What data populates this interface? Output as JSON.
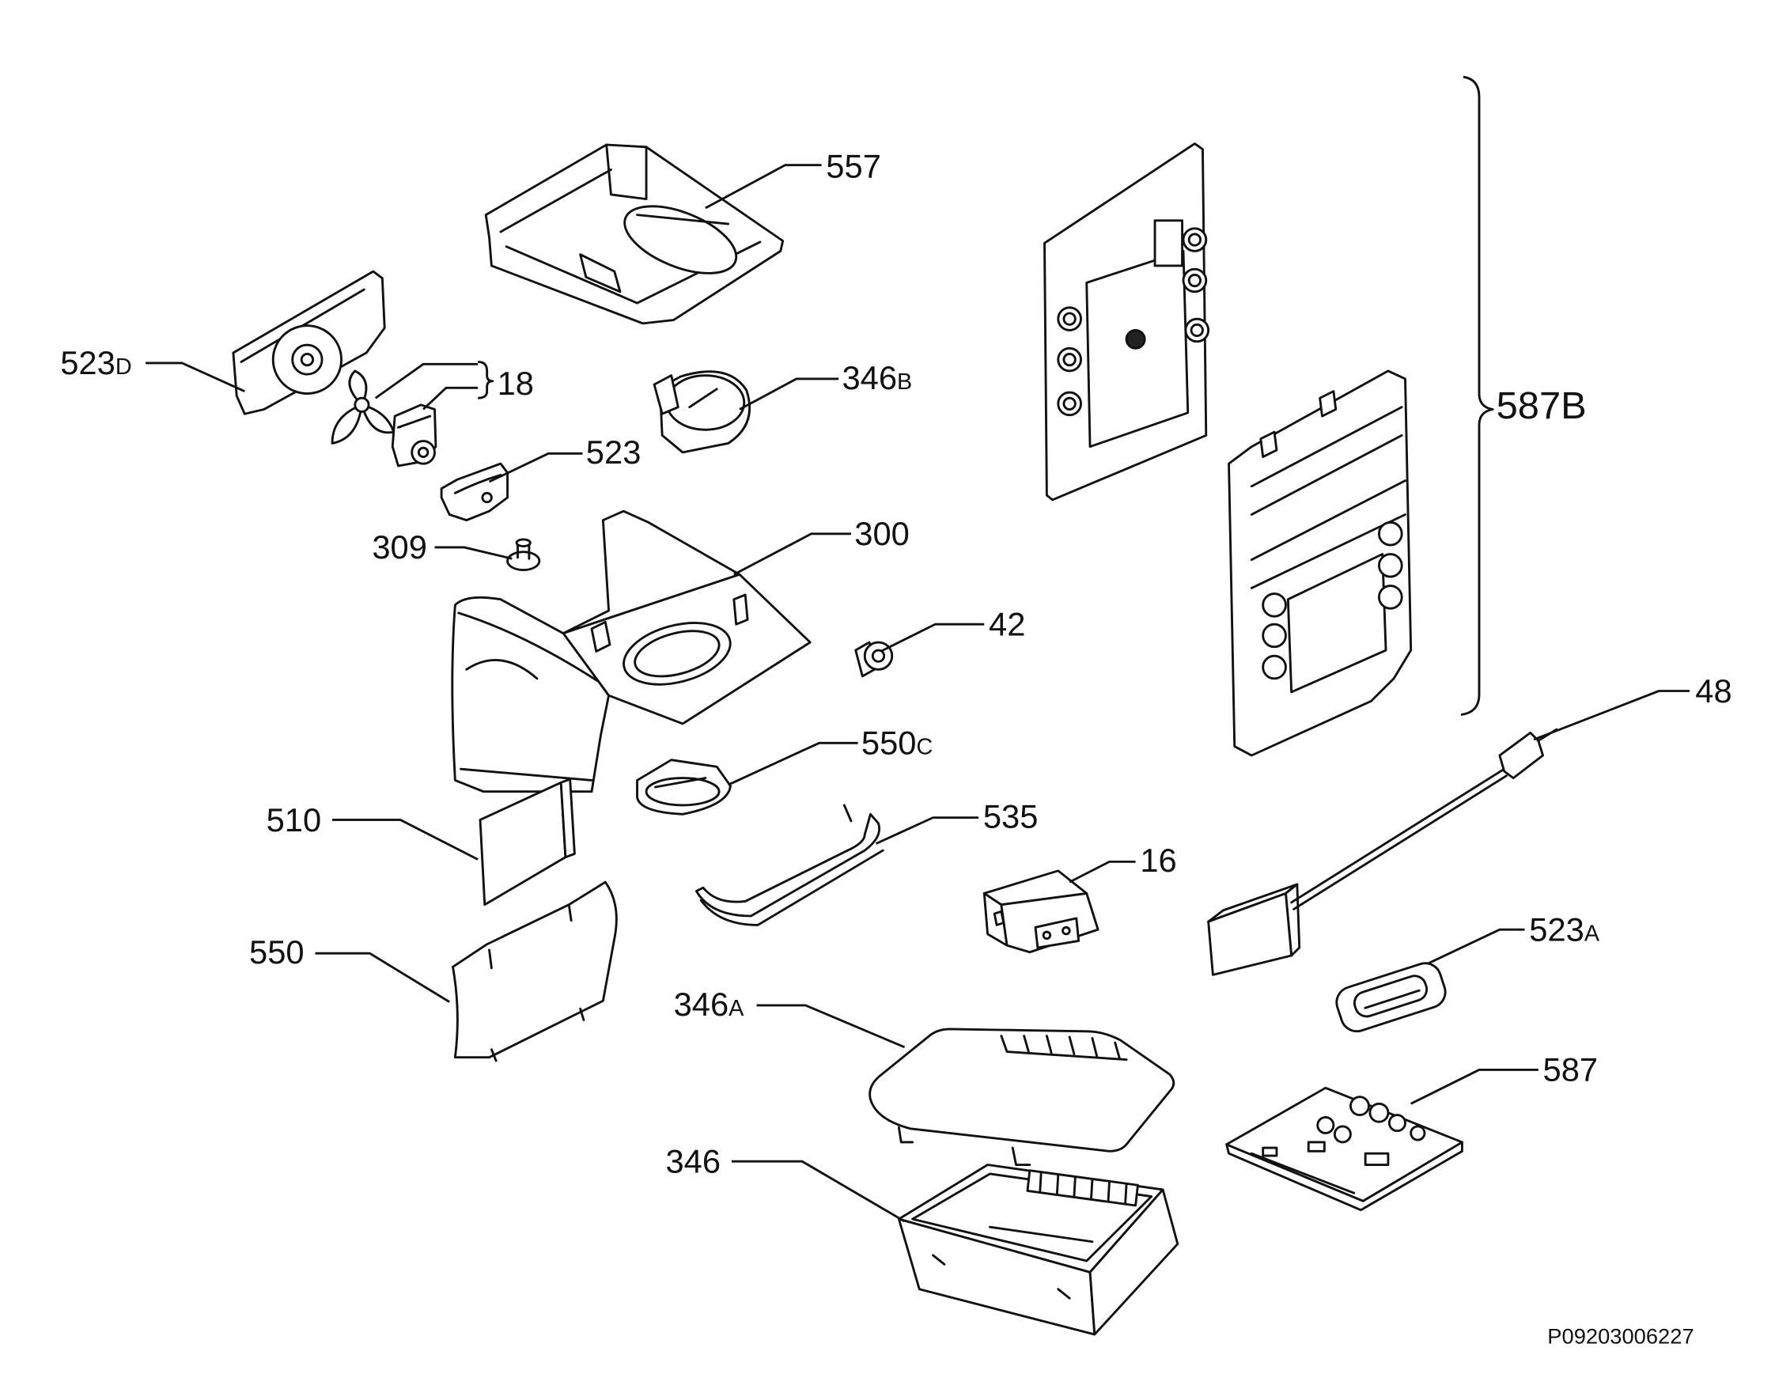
{
  "callouts": [
    {
      "number": "557"
    },
    {
      "number": "523",
      "suffix": "D"
    },
    {
      "number": "18"
    },
    {
      "number": "346",
      "suffix": "B"
    },
    {
      "number": "523"
    },
    {
      "number": "309"
    },
    {
      "number": "300"
    },
    {
      "number": "42"
    },
    {
      "number": "550",
      "suffix": "C"
    },
    {
      "number": "510"
    },
    {
      "number": "535"
    },
    {
      "number": "16"
    },
    {
      "number": "550"
    },
    {
      "number": "346",
      "suffix": "A"
    },
    {
      "number": "346"
    },
    {
      "number": "587B"
    },
    {
      "number": "48"
    },
    {
      "number": "523",
      "suffix": "A"
    },
    {
      "number": "587"
    }
  ],
  "drawing_code": "P09203006227"
}
